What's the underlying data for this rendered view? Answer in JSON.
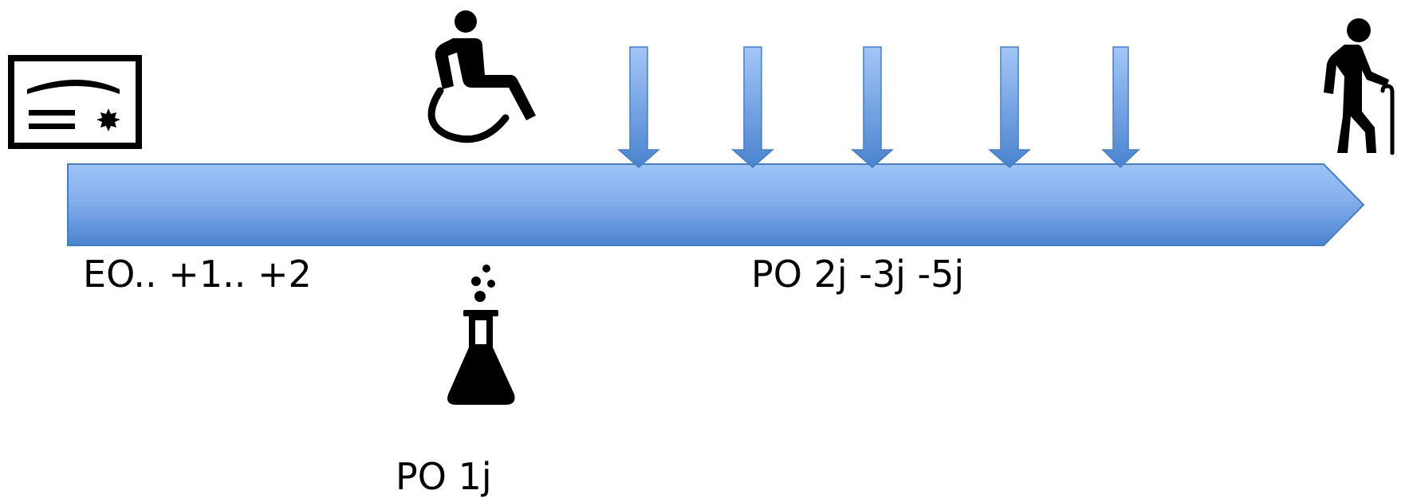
{
  "timeline": {
    "arrow_gradient": {
      "top": "#9dc3f7",
      "bottom": "#4a83cf"
    },
    "arrow_stroke": "#4a7ebb",
    "milestones_count": 5
  },
  "labels": {
    "preop": "EO.. +1.. +2",
    "po_late": "PO 2j -3j -5j",
    "po_1j": "PO 1j"
  },
  "icons": {
    "certificate": "certificate-icon",
    "wheelchair": "wheelchair-icon",
    "flask": "lab-flask-icon",
    "elderly": "elderly-person-with-cane-icon"
  }
}
